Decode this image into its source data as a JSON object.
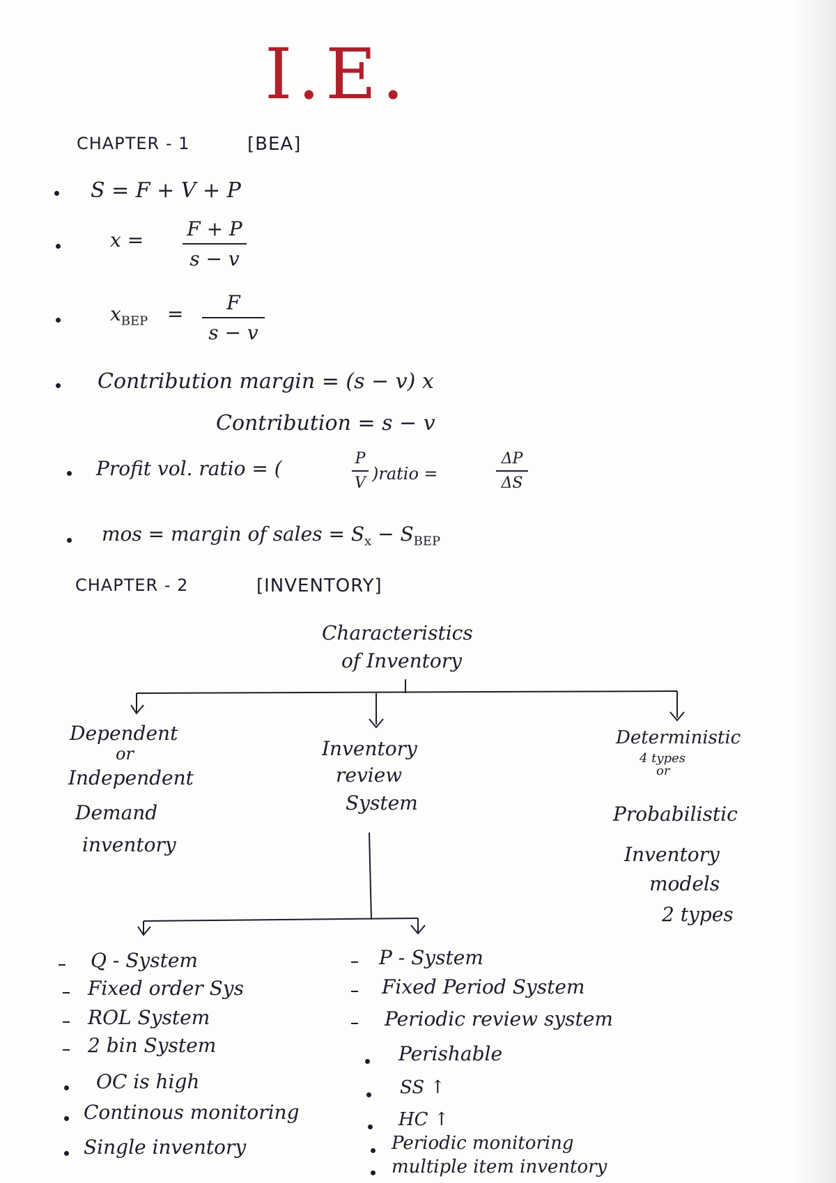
{
  "title": "I.E.",
  "chapter1": {
    "heading": "CHAPTER - 1",
    "tag": "[BEA]",
    "formulas": {
      "sales": "S = F + V + P",
      "x_lhs": "x =",
      "x_num": "F + P",
      "x_den": "s − v",
      "xbep_lhs": "x",
      "xbep_sub": "BEP",
      "xbep_eq": "=",
      "xbep_num": "F",
      "xbep_den": "s − v",
      "cm": "Contribution margin = (s − v) x",
      "contribution": "Contribution = s − v",
      "pv_lhs": "Profit vol. ratio = (",
      "pv_num": "P",
      "pv_den": "V",
      "pv_ratio": ")ratio =",
      "pv_rnum": "ΔP",
      "pv_rden": "ΔS",
      "mos": "mos = margin of sales = S",
      "mos_x": "x",
      "mos_minus": "− S",
      "mos_bep": "BEP"
    }
  },
  "chapter2": {
    "heading": "CHAPTER - 2",
    "tag": "[INVENTORY]",
    "root_line1": "Characteristics",
    "root_line2": "of Inventory",
    "left_branch": [
      "Dependent",
      "or",
      "Independent",
      "Demand",
      "inventory"
    ],
    "mid_branch": [
      "Inventory",
      "review",
      "System"
    ],
    "right_branch": [
      "Deterministic",
      "4 types",
      "or",
      "Probabilistic",
      "Inventory",
      "models",
      "2 types"
    ],
    "q_system": {
      "dash_items": [
        "Q - System",
        "Fixed order Sys",
        "ROL System",
        "2 bin System"
      ],
      "dot_items": [
        "OC is high",
        "Continous monitoring",
        "Single inventory"
      ]
    },
    "p_system": {
      "dash_items": [
        "P - System",
        "Fixed Period System",
        "Periodic review system"
      ],
      "dot_items": [
        "Perishable",
        "SS ↑",
        "HC ↑",
        "Periodic monitoring",
        "multiple item inventory"
      ]
    }
  }
}
